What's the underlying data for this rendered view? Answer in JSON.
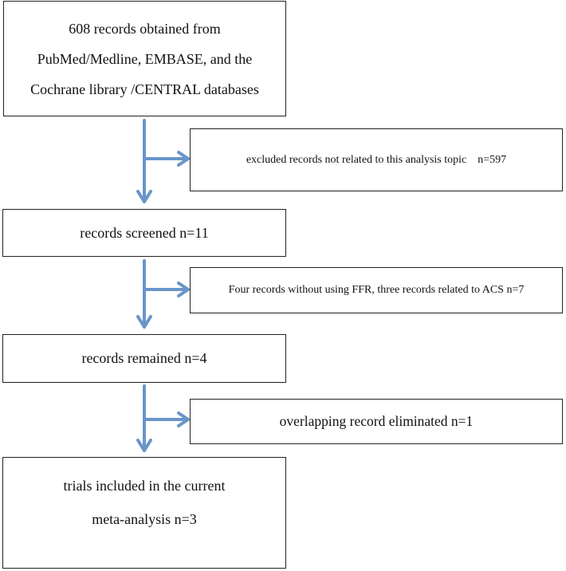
{
  "flow": {
    "sources": {
      "lines": [
        "608 records obtained from",
        "PubMed/Medline, EMBASE, and the",
        "Cochrane library /CENTRAL databases"
      ]
    },
    "excluded_topic": {
      "text": "excluded records not related to this analysis topic    n=597"
    },
    "screened": {
      "text": "records screened n=11"
    },
    "excluded_ffr_acs": {
      "text": "Four records without using FFR, three records related to ACS n=7"
    },
    "remained": {
      "text": "records remained n=4"
    },
    "overlap": {
      "text": "overlapping record eliminated n=1"
    },
    "included": {
      "lines": [
        "trials included in the current",
        "meta-analysis n=3"
      ]
    }
  },
  "colors": {
    "arrow": "#6a95c9",
    "border": "#222222"
  }
}
